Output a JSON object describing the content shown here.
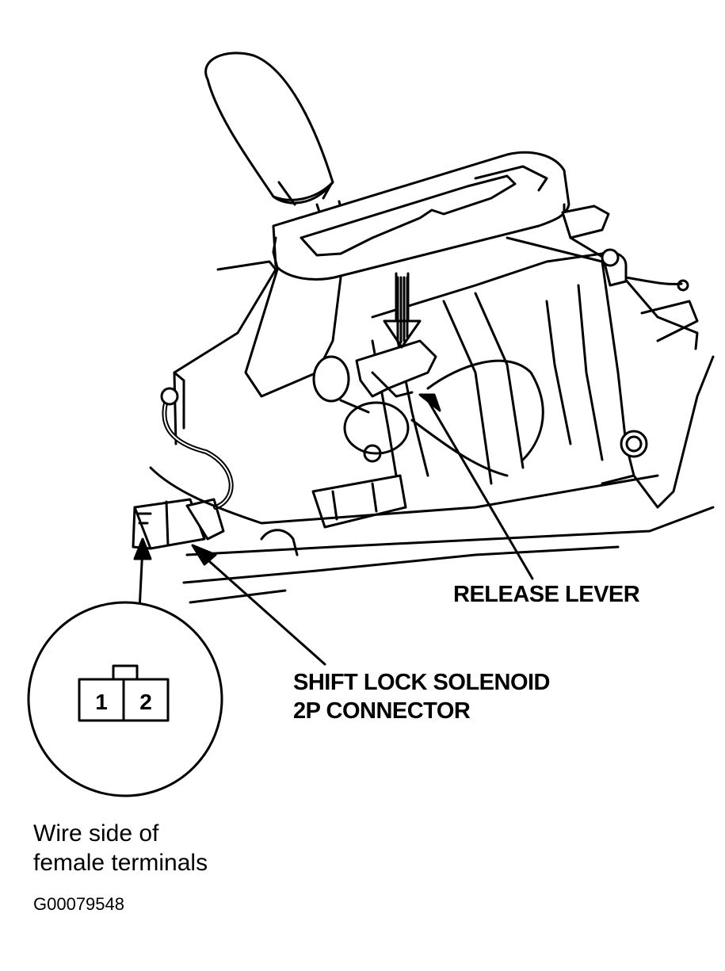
{
  "callouts": {
    "release_lever": "RELEASE LEVER",
    "solenoid_line1": "SHIFT LOCK SOLENOID",
    "solenoid_line2": "2P CONNECTOR"
  },
  "detail_view": {
    "terminals": [
      "1",
      "2"
    ],
    "caption_line1": "Wire side of",
    "caption_line2": "female terminals"
  },
  "figure_id": "G00079548",
  "colors": {
    "ink": "#000000",
    "paper": "#ffffff"
  }
}
